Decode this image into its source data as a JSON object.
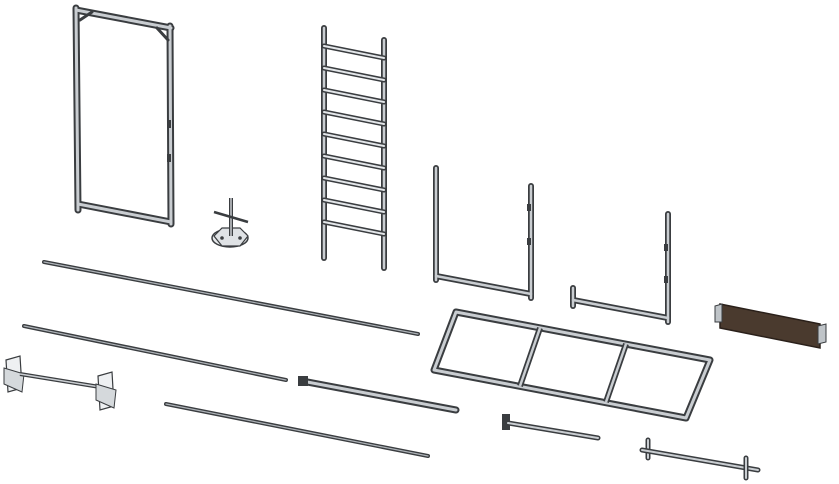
{
  "scene": {
    "background": "#ffffff",
    "colors": {
      "tube_dark": "#3a3d40",
      "tube_mid": "#8a9096",
      "tube_light": "#d9dde0",
      "plate_fill": "#e6e8ea",
      "toeboard_fill": "#4a3a2e",
      "toeboard_edge": "#2a201a"
    },
    "components": [
      "end-frame-tall",
      "base-jack",
      "ladder",
      "end-frame-short",
      "end-frame-low",
      "toe-board",
      "diagonal-brace-long-1",
      "diagonal-brace-long-2",
      "diagonal-brace-long-3",
      "platform-frame",
      "stabiliser-foot",
      "telescopic-tube",
      "clamp-tube",
      "adjustable-leg"
    ]
  }
}
